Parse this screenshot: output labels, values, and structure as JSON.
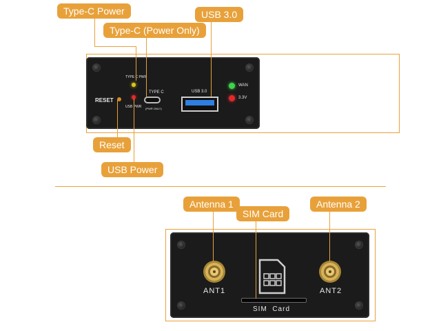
{
  "callouts": {
    "typec_power": "Type-C Power",
    "typec_power_only": "Type-C (Power Only)",
    "usb3": "USB 3.0",
    "reset": "Reset",
    "usb_power": "USB Power",
    "antenna1": "Antenna 1",
    "sim_card": "SIM Card",
    "antenna2": "Antenna 2"
  },
  "front_panel": {
    "reset_label": "RESET",
    "typec_pwr_label": "TYPE C PWR",
    "usb_pwr_label": "USB PWR",
    "typec_label": "TYPE C",
    "pwr_only_label": "(PWR ONLY)",
    "usb3_label": "USB 3.0",
    "wan_label": "WAN",
    "v33_label": "3.3V"
  },
  "back_panel": {
    "ant1_label": "ANT1",
    "ant2_label": "ANT2",
    "sim_label": "SIM  Card"
  },
  "colors": {
    "accent": "#e8a13a",
    "panel": "#1b1b1b",
    "led_green": "#3fd34a",
    "led_red": "#e02a2a",
    "led_yellow": "#d9c81e",
    "usb_blue": "#2f7ee0",
    "gold": "#c9a24a"
  }
}
